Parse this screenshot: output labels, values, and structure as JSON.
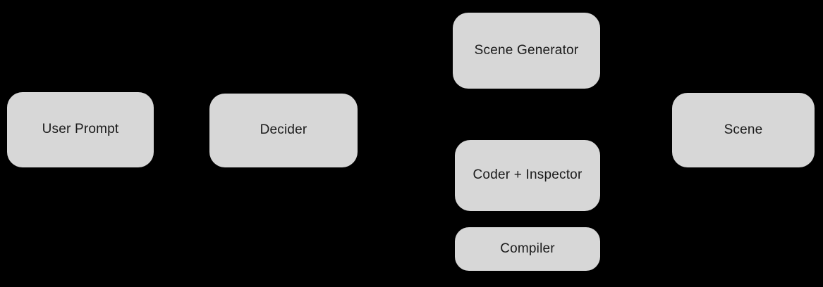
{
  "diagram": {
    "background_color": "#000000",
    "node_fill_color": "#d7d7d7",
    "node_text_color": "#1a1a1a",
    "nodes": [
      {
        "id": "user-prompt",
        "label": "User Prompt"
      },
      {
        "id": "decider",
        "label": "Decider"
      },
      {
        "id": "scene-generator",
        "label": "Scene Generator"
      },
      {
        "id": "coder-inspector",
        "label": "Coder + Inspector"
      },
      {
        "id": "compiler",
        "label": "Compiler"
      },
      {
        "id": "scene",
        "label": "Scene"
      }
    ]
  }
}
